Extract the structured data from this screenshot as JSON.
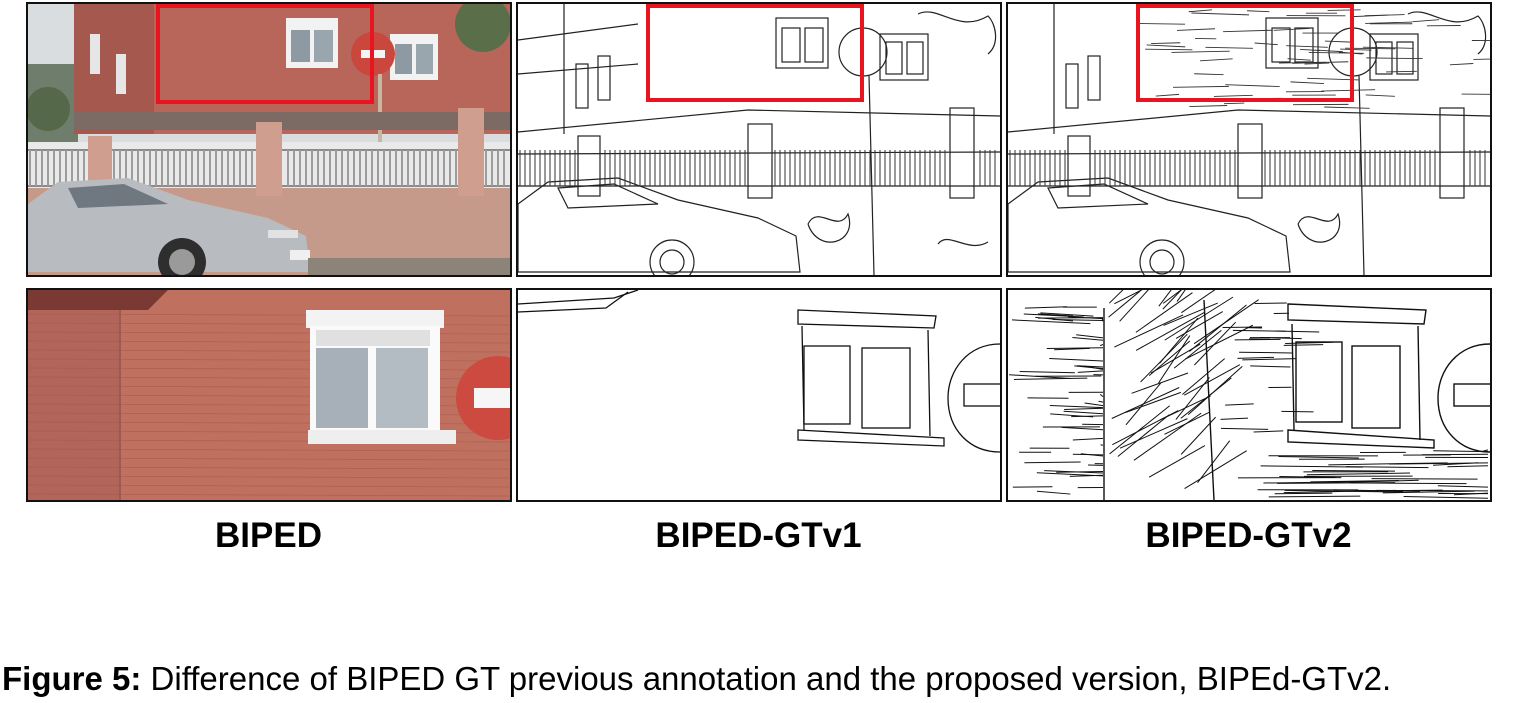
{
  "columns": [
    {
      "label": "BIPED"
    },
    {
      "label": "BIPED-GTv1"
    },
    {
      "label": "BIPED-GTv2"
    }
  ],
  "caption": {
    "figure_label": "Figure 5:",
    "text": " Difference of BIPED GT previous annotation and the proposed version, BIPEd-GTv2."
  },
  "colors": {
    "highlight": "#e8141f",
    "brick": "#b86a5e",
    "edge": "#111111"
  }
}
